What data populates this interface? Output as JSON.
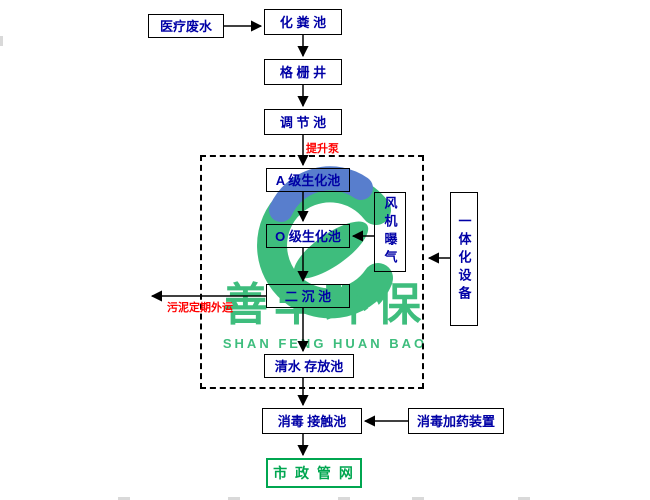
{
  "colors": {
    "box_text": "#0000a6",
    "line": "#000000",
    "red_label": "#ff0000",
    "green_text": "#00a650",
    "watermark_green": "#2eb872",
    "watermark_blue": "#4a74c9"
  },
  "nodes": {
    "medical_wastewater": "医疗废水",
    "septic_tank": "化 粪 池",
    "grid_well": "格 栅 井",
    "regulating_tank": "调 节 池",
    "a_bio_tank": "A 级生化池",
    "o_bio_tank": "O 级生化池",
    "fan_aeration": "风机曝气",
    "integrated_equipment": "一体化设备",
    "secondary_sedimentation_tank": "二 沉 池",
    "clean_water_tank": "清水 存放池",
    "disinfection_contact_tank": "消毒 接触池",
    "disinfection_dosing_device": "消毒加药装置",
    "municipal_pipe_network": "市 政 管 网"
  },
  "labels": {
    "lift_pump": "提升泵",
    "sludge_outbound": "污泥定期外运"
  },
  "watermark": {
    "cn": "善丰环保",
    "en": "SHAN FENG HUAN BAO"
  }
}
